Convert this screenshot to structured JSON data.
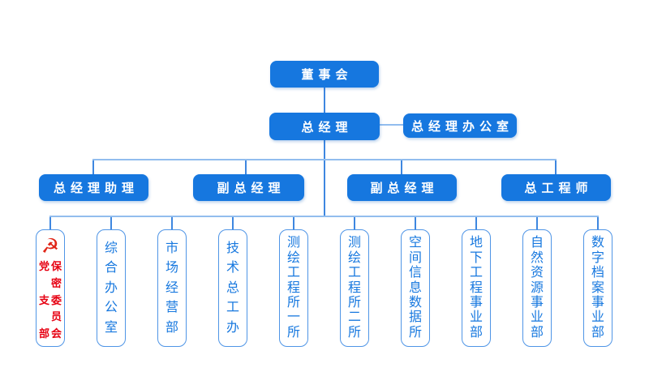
{
  "colors": {
    "node_fill": "#1677df",
    "node_text": "#ffffff",
    "outline_border": "#4f95e6",
    "outline_text": "#1778df",
    "connector_horizontal": "#92bdee",
    "connector_vertical": "#3e87e0",
    "party_red": "#e60012",
    "emblem_red": "#e02618",
    "background": "#ffffff"
  },
  "org": {
    "board": {
      "label": "董事会"
    },
    "general_manager": {
      "label": "总经理"
    },
    "gm_office": {
      "label": "总经理办公室"
    },
    "level3": [
      {
        "label": "总经理助理"
      },
      {
        "label": "副总经理"
      },
      {
        "label": "副总经理"
      },
      {
        "label": "总工程师"
      }
    ],
    "departments": [
      {
        "type": "party",
        "emblem_icon": "hammer-sickle",
        "emblem_glyph": "☭",
        "left_column": "党支部",
        "right_column": "保密委员会"
      },
      {
        "label": "综合办公室"
      },
      {
        "label": "市场经营部"
      },
      {
        "label": "技术总工办"
      },
      {
        "label": "测绘工程所一所"
      },
      {
        "label": "测绘工程所二所"
      },
      {
        "label": "空间信息数据所"
      },
      {
        "label": "地下工程事业部"
      },
      {
        "label": "自然资源事业部"
      },
      {
        "label": "数字档案事业部"
      }
    ]
  }
}
